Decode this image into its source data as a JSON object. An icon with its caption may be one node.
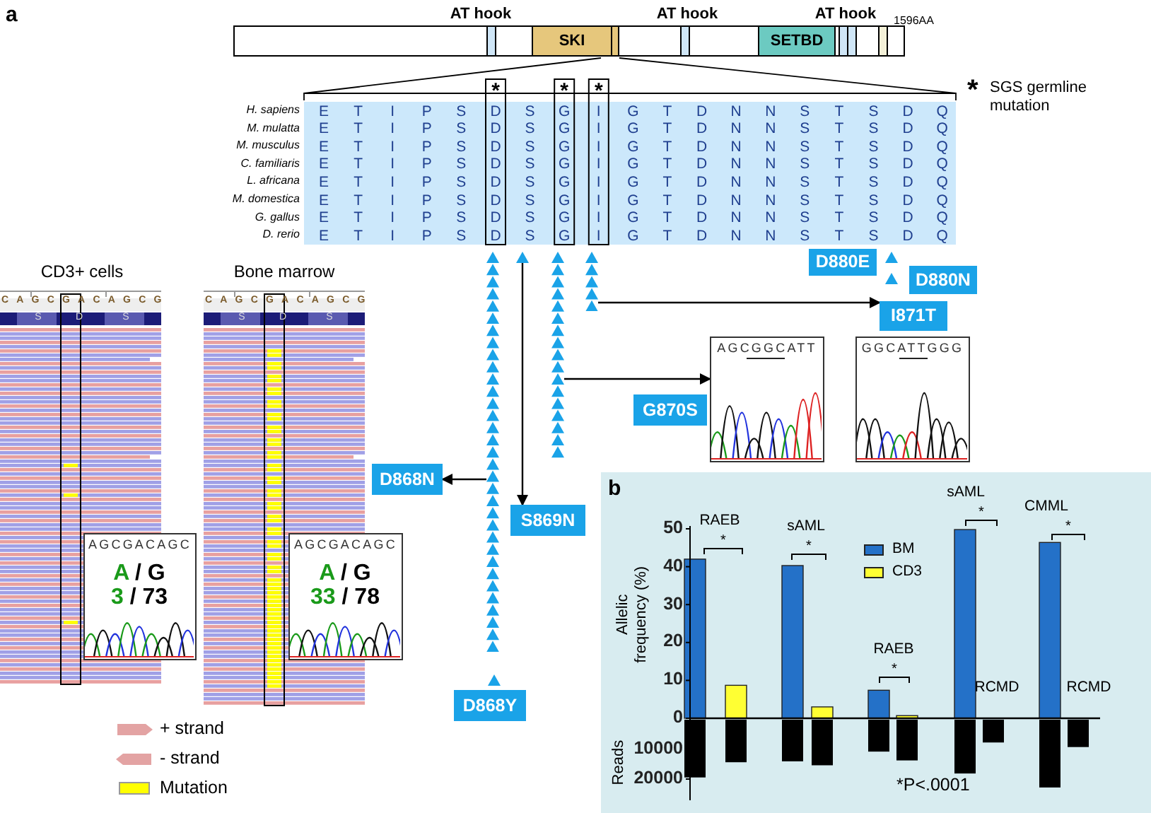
{
  "diagram": {
    "nodes": [
      {
        "text": [],
        "shape": "bar"
      },
      {
        "text": [
          "SKI"
        ],
        "in": 0
      },
      {
        "text": [
          "SETBD"
        ],
        "in": 0
      },
      {
        "text": [],
        "shape": "triangle"
      },
      {
        "text": [],
        "shape": "triangle"
      },
      {
        "text": [],
        "shape": "triangle"
      },
      {
        "text": [],
        "shape": "triangle"
      },
      {
        "text": [
          "D868N"
        ]
      },
      {
        "text": [
          "S869N"
        ]
      },
      {
        "text": [
          "AGCGGCATT"
        ]
      },
      {
        "text": [
          "G870S"
        ]
      },
      {
        "text": [
          "I871T"
        ]
      },
      {
        "text": [
          "D880E"
        ]
      },
      {
        "text": [
          "D880N"
        ]
      },
      {
        "text": [
          "D868Y"
        ]
      },
      {
        "text": [
          "GGCATTGGG"
        ]
      },
      {
        "text": [
          "AGCGACAGC",
          "A / G",
          "3 / 73"
        ]
      },
      {
        "text": [
          "AGCGACAGC",
          "A / G",
          "33 / 78"
        ]
      },
      {
        "text": [],
        "shape": "triangle"
      },
      {
        "text": [],
        "shape": "triangle"
      }
    ],
    "edges": [
      {
        "from": 3,
        "to": 7,
        "arrow": "to"
      },
      {
        "from": 4,
        "to": 8,
        "arrow": "to"
      },
      {
        "from": 5,
        "to": 9,
        "arrow": "to"
      },
      {
        "from": 6,
        "to": 11,
        "arrow": "to"
      }
    ],
    "labels": [
      "a",
      "AT hook",
      "AT hook",
      "AT hook",
      "1596AA",
      "*",
      "*",
      "*",
      "*",
      "SGS germline mutation",
      "H. sapiens",
      "E",
      "T",
      "I",
      "P",
      "S",
      "D",
      "S",
      "G",
      "I",
      "G",
      "T",
      "D",
      "N",
      "N",
      "S",
      "T",
      "S",
      "D",
      "Q",
      "M. mulatta",
      "E",
      "T",
      "I",
      "P",
      "S",
      "D",
      "S",
      "G",
      "I",
      "G",
      "T",
      "D",
      "N",
      "N",
      "S",
      "T",
      "S",
      "D",
      "Q",
      "M. musculus",
      "E",
      "T",
      "I",
      "P",
      "S",
      "D",
      "S",
      "G",
      "I",
      "G",
      "T",
      "D",
      "N",
      "N",
      "S",
      "T",
      "S",
      "D",
      "Q",
      "C. familiaris",
      "E",
      "T",
      "I",
      "P",
      "S",
      "D",
      "S",
      "G",
      "I",
      "G",
      "T",
      "D",
      "N",
      "N",
      "S",
      "T",
      "S",
      "D",
      "Q",
      "L. africana",
      "E",
      "T",
      "I",
      "P",
      "S",
      "D",
      "S",
      "G",
      "I",
      "G",
      "T",
      "D",
      "N",
      "N",
      "S",
      "T",
      "S",
      "D",
      "Q",
      "M. domestica",
      "E",
      "T",
      "I",
      "P",
      "S",
      "D",
      "S",
      "G",
      "I",
      "G",
      "T",
      "D",
      "N",
      "N",
      "S",
      "T",
      "S",
      "D",
      "Q",
      "G. gallus",
      "E",
      "T",
      "I",
      "P",
      "S",
      "D",
      "S",
      "G",
      "I",
      "G",
      "T",
      "D",
      "N",
      "N",
      "S",
      "T",
      "S",
      "D",
      "Q",
      "D. rerio",
      "E",
      "T",
      "I",
      "P",
      "S",
      "D",
      "S",
      "G",
      "I",
      "G",
      "T",
      "D",
      "N",
      "N",
      "S",
      "T",
      "S",
      "D",
      "Q",
      "CD3+ cells",
      "Bone marrow",
      "CAGCGACAGCG",
      "S",
      "D",
      "S",
      "CAGCGACAGCG",
      "S",
      "D",
      "S",
      "b",
      "10000",
      "20000",
      "Reads"
    ],
    "legend": [
      {
        "text": "+ strand"
      },
      {
        "text": "- strand"
      },
      {
        "text": "Mutation",
        "color": "#ffff00"
      }
    ],
    "chart_data": {
      "type": "bar",
      "ylabel": "Allelic frequency (%)",
      "categories": [
        "RAEB",
        "sAML",
        "RAEB",
        "sAML",
        "CMML"
      ],
      "series": [
        {
          "name": "BM",
          "color": "#2471c8",
          "values": [
            42,
            40.3,
            7.4,
            49.8,
            46.4
          ]
        },
        {
          "name": "CD3",
          "color": "#ffff33",
          "values": [
            8.7,
            3,
            0.7,
            null,
            null
          ]
        }
      ],
      "ylim": [
        0,
        50
      ],
      "legend": "top",
      "yticks": [
        0,
        10,
        20,
        30,
        40,
        50
      ],
      "annotations": [
        "RCMD",
        "RCMD",
        "*",
        "*",
        "*",
        "*",
        "*",
        "*P<.0001"
      ]
    }
  }
}
